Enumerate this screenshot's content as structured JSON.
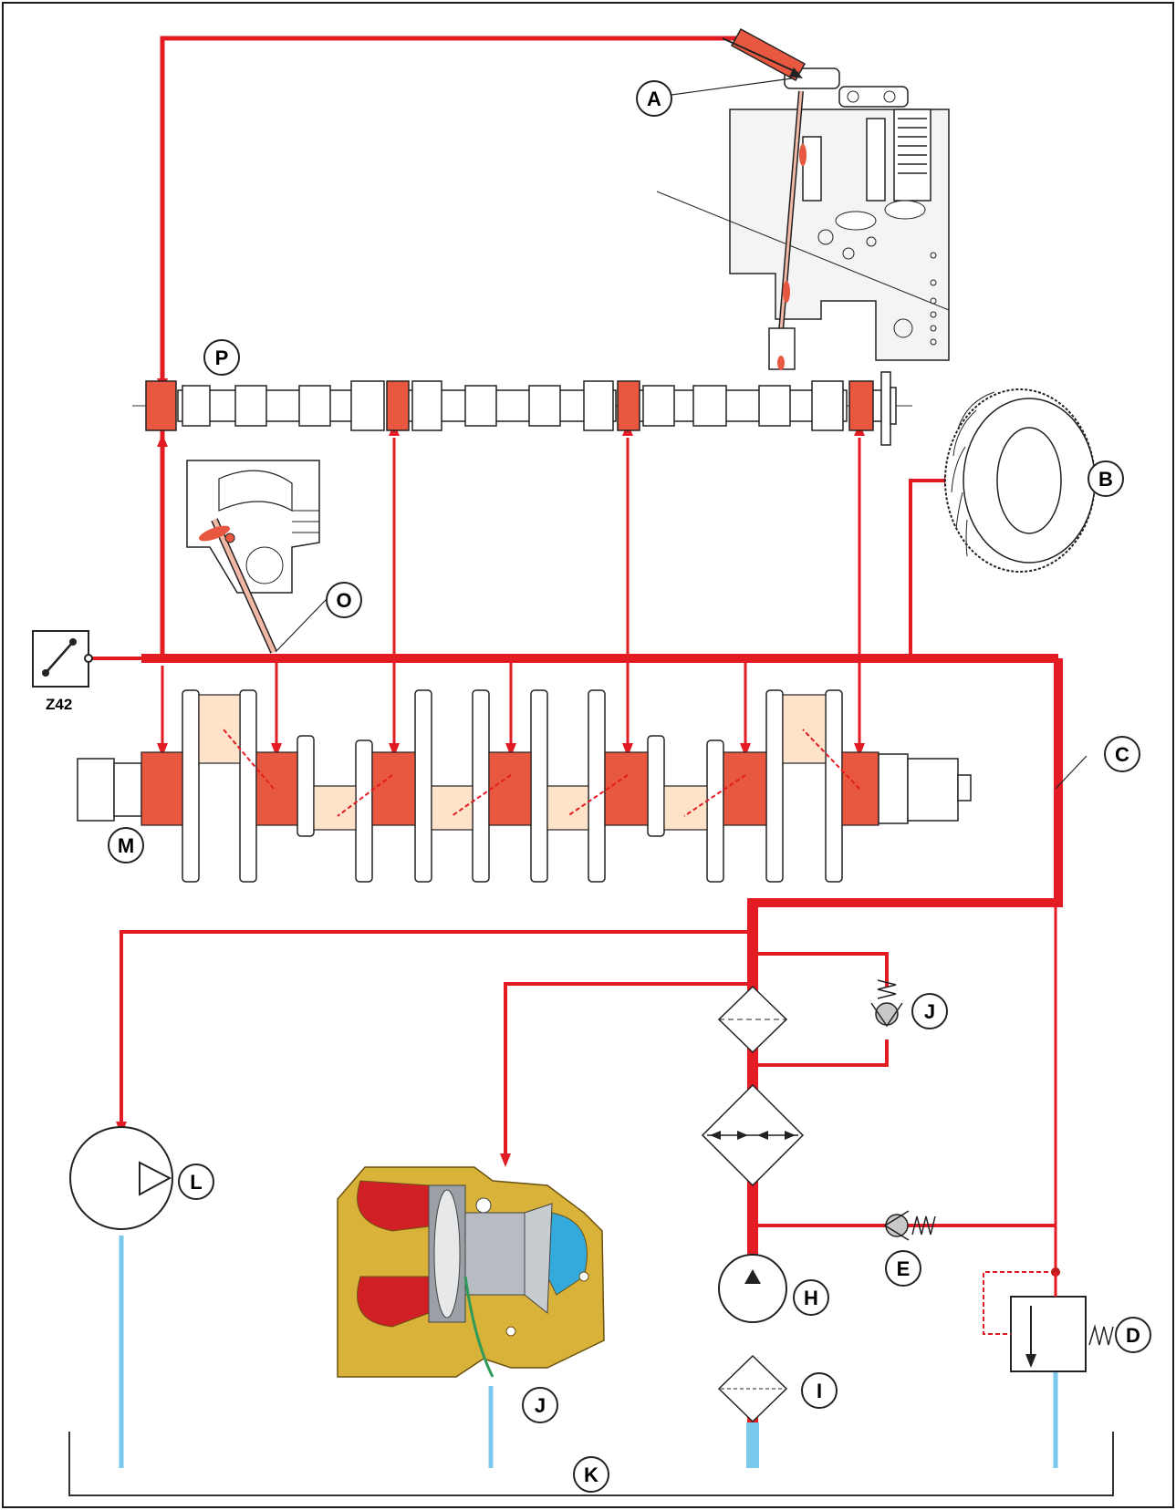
{
  "diagram": {
    "labels": {
      "A": "A",
      "B": "B",
      "C": "C",
      "D": "D",
      "E": "E",
      "H": "H",
      "I": "I",
      "J_valve": "J",
      "J_turbo": "J",
      "K": "K",
      "L": "L",
      "M": "M",
      "O": "O",
      "P": "P",
      "switch_tag": "Z42"
    },
    "colors": {
      "oil_pressure": "#e31b23",
      "oil_return": "#7cc9ee",
      "journal": "#e8573f",
      "web": "#fde3c9",
      "turbo_body": "#d9b23a",
      "outline": "#1a1a1a"
    },
    "icons": {
      "pressure_switch": "pressure-switch-icon",
      "oil_pump": "gear-pump-icon",
      "strainer": "strainer-icon",
      "oil_filter": "oil-filter-icon",
      "oil_cooler": "heat-exchanger-icon",
      "bypass_valve": "check-valve-icon",
      "relief_valve": "pressure-relief-valve-icon",
      "vacuum_pump": "vacuum-pump-icon"
    }
  }
}
